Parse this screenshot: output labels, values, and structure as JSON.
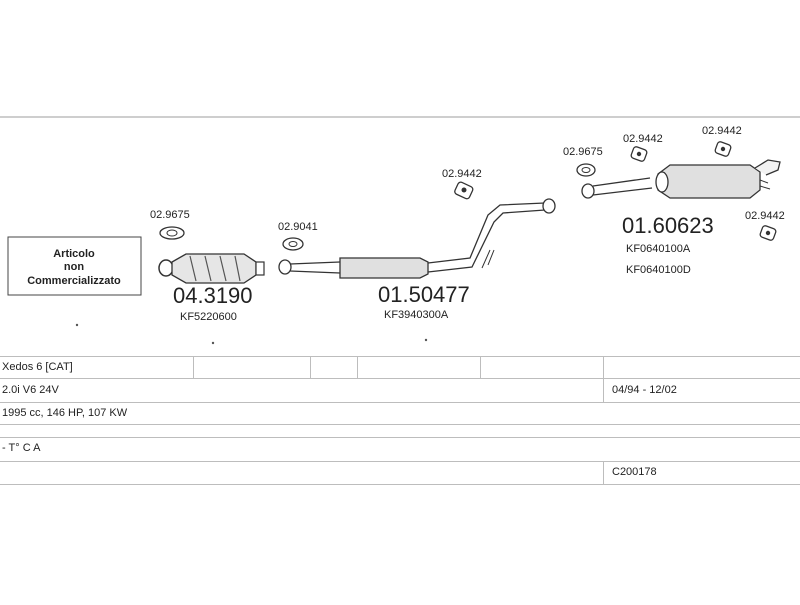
{
  "not_sold_box": {
    "line1": "Articolo",
    "line2": "non",
    "line3": "Commercializzato"
  },
  "parts": {
    "clamp_left": "02.9675",
    "catalyst_number": "04.3190",
    "catalyst_oem": "KF5220600",
    "gasket_mid": "02.9041",
    "mid_silencer_number": "01.50477",
    "mid_silencer_oem": "KF3940300A",
    "hanger_mid": "02.9442",
    "clamp_rear": "02.9675",
    "hanger_rear_1": "02.9442",
    "hanger_rear_2": "02.9442",
    "hanger_rear_3": "02.9442",
    "rear_silencer_number": "01.60623",
    "rear_silencer_oem_1": "KF0640100A",
    "rear_silencer_oem_2": "KF0640100D"
  },
  "vehicle": {
    "model": "Xedos 6  [CAT]",
    "engine": "2.0i  V6 24V",
    "years": "04/94 - 12/02",
    "specs": "1995 cc, 146 HP, 107 KW",
    "note": "- T° C A",
    "code": "C200178"
  }
}
